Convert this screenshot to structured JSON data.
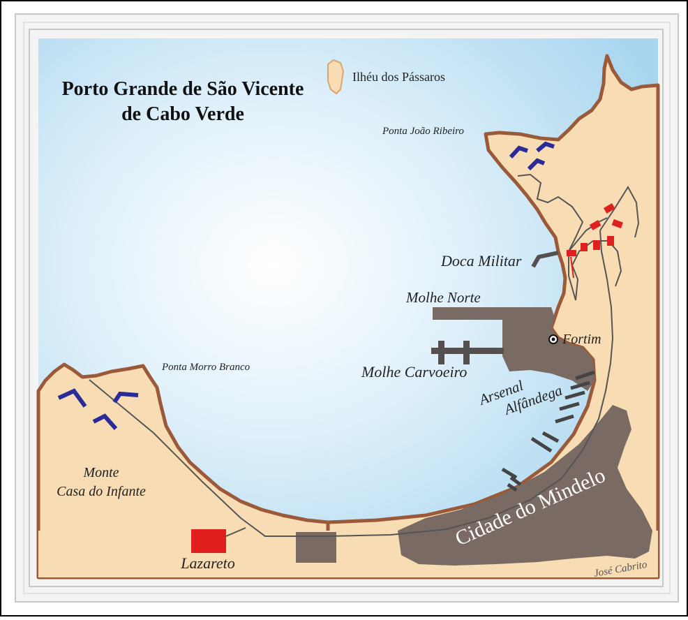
{
  "map": {
    "title_line1": "Porto Grande de São Vicente",
    "title_line2": "de Cabo Verde",
    "labels": {
      "ilheu": "Ilhéu dos Pássaros",
      "ponta_joao_ribeiro": "Ponta João Ribeiro",
      "doca_militar": "Doca Militar",
      "molhe_norte": "Molhe Norte",
      "fortim": "Fortim",
      "molhe_carvoeiro": "Molhe Carvoeiro",
      "ponta_morro_branco": "Ponta Morro Branco",
      "arsenal": "Arsenal",
      "alfandega": "Alfândega",
      "monte": "Monte",
      "casa_do_infante": "Casa do Infante",
      "cidade_do_mindelo": "Cidade do Mindelo",
      "lazareto": "Lazareto"
    },
    "signature": "José Cabrito",
    "colors": {
      "sea_center": "#ffffff",
      "sea_edge": "#a9d6ef",
      "land": "#f7dcb4",
      "coast": "#9a5a3a",
      "urban": "#7a6a64",
      "fort_blue": "#2a2a9a",
      "building_red": "#e02020",
      "frame": "#c8c8c8"
    }
  }
}
